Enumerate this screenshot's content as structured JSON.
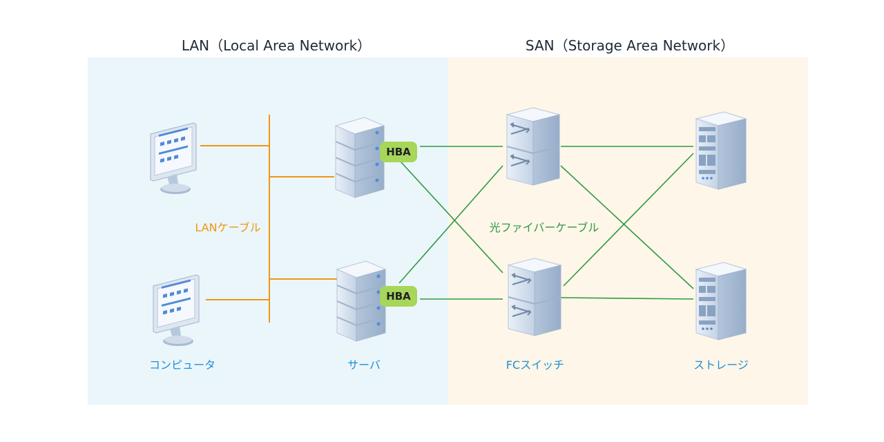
{
  "sections": {
    "lan": {
      "title": "LAN（Local Area Network）"
    },
    "san": {
      "title": "SAN（Storage Area Network）"
    }
  },
  "nodes": {
    "computer": "コンピュータ",
    "server": "サーバ",
    "fc_switch": "FCスイッチ",
    "storage": "ストレージ"
  },
  "cables": {
    "lan": "LANケーブル",
    "fiber": "光ファイバーケーブル"
  },
  "hba": {
    "top": "HBA",
    "bottom": "HBA"
  },
  "colors": {
    "lan_bg": "#ebf6fb",
    "san_bg": "#fdf6e9",
    "lan_cable": "#ee9611",
    "fiber_cable": "#2f9a40",
    "hba": "#a6d65a",
    "label": "#1e8fd8"
  }
}
